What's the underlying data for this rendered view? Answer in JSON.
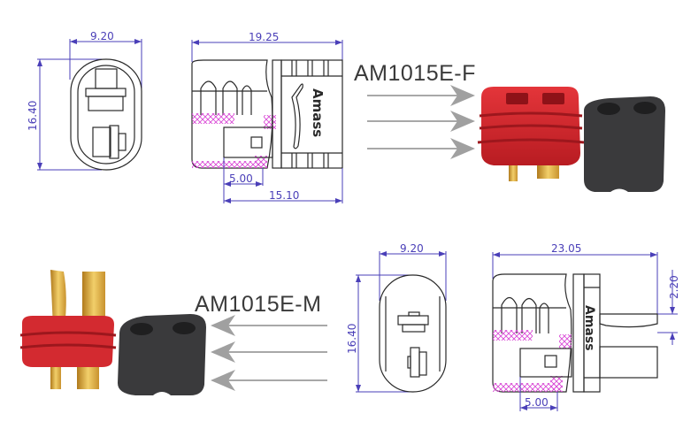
{
  "colors": {
    "dimension": "#4a3fb8",
    "outline": "#2a2a2a",
    "hatch": "#d94bd6",
    "arrow": "#a0a0a0",
    "red_housing": "#d9252b",
    "black_cover": "#3a3a3c",
    "gold_pin": "#d6a838"
  },
  "female": {
    "part_number": "AM1015E-F",
    "front_view": {
      "width_dim": "9.20",
      "height_dim": "16.40"
    },
    "side_view": {
      "overall_length": "19.25",
      "pin_offset": "5.00",
      "pin_length": "15.10",
      "brand_text": "Amass"
    },
    "arrows": 3
  },
  "male": {
    "part_number": "AM1015E-M",
    "front_view": {
      "width_dim": "9.20",
      "height_dim": "16.40"
    },
    "side_view": {
      "overall_length": "23.05",
      "pin_thickness": "2.20",
      "pin_offset": "5.00",
      "brand_text": "Amass"
    },
    "arrows": 3
  }
}
